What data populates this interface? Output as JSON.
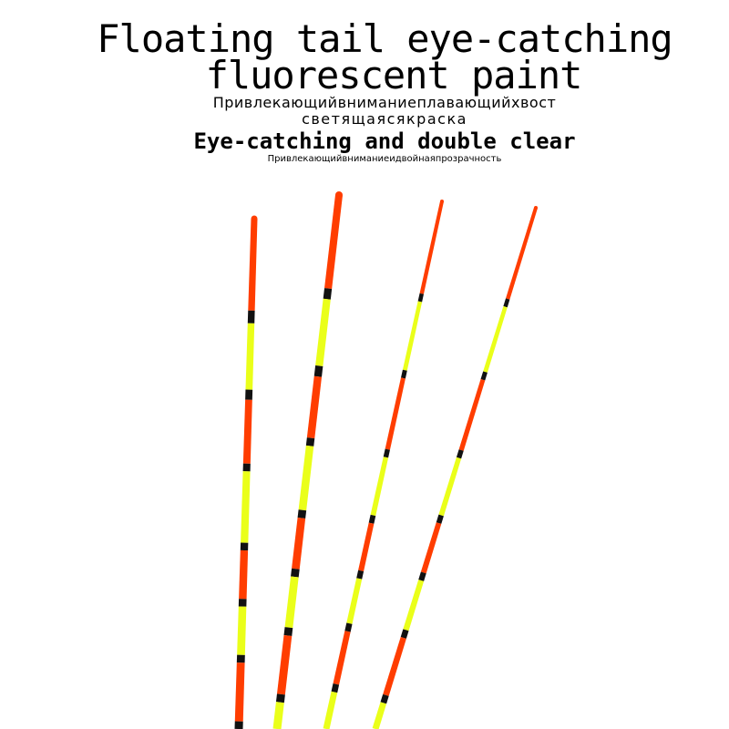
{
  "headline": {
    "line1": "Floating tail eye-catching",
    "line2": "fluorescent paint"
  },
  "russian": {
    "line1": "Привлекающийвниманиеплавающийхвост",
    "line2": "светящаясякраска",
    "line3": "Привлекающийвниманиеидвойнаяпрозрачность"
  },
  "subheadline": "Eye-catching and double clear",
  "colors": {
    "background": "#ffffff",
    "text": "#000000",
    "fluorescent_orange": "#ff3d00",
    "fluorescent_yellow": "#eaff1a",
    "band_black": "#111111"
  },
  "floats": [
    {
      "name": "float-tail-1",
      "style": "thick-segments"
    },
    {
      "name": "float-tail-2",
      "style": "thick-segments"
    },
    {
      "name": "float-tail-3",
      "style": "thin-segments"
    },
    {
      "name": "float-tail-4",
      "style": "thin-segments"
    }
  ]
}
